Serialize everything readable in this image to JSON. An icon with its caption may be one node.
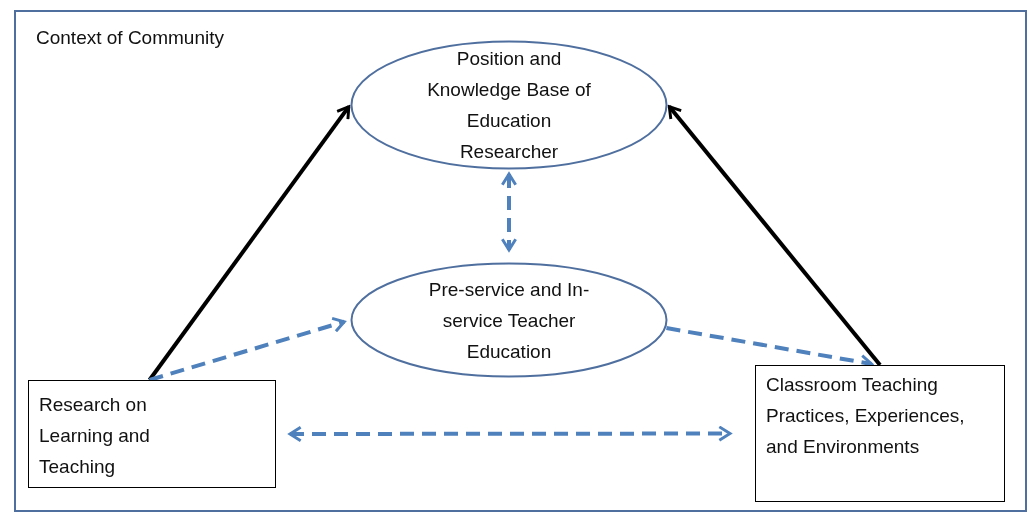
{
  "diagram": {
    "nodes": [
      {
        "text": [
          "Context of Community"
        ]
      },
      {
        "text": [
          "Position and Knowledge Base of Education Researcher"
        ],
        "in": 0
      },
      {
        "text": [
          "Pre-service and In-service Teacher Education"
        ],
        "in": 0
      },
      {
        "text": [
          "Research on Learning and Teaching"
        ],
        "in": 0
      },
      {
        "text": [
          "Classroom Teaching Practices, Experiences, and Environments"
        ],
        "in": 0
      }
    ],
    "edges": [
      {
        "from": 3,
        "to": 1,
        "arrow": "to",
        "color": "#000000"
      },
      {
        "from": 4,
        "to": 1,
        "arrow": "to",
        "color": "#000000"
      },
      {
        "from": 1,
        "to": 2,
        "arrow": "both",
        "style": "dashed"
      },
      {
        "from": 3,
        "to": 2,
        "arrow": "to",
        "style": "dashed"
      },
      {
        "from": 2,
        "to": 4,
        "arrow": "to",
        "style": "dashed"
      },
      {
        "from": 3,
        "to": 4,
        "arrow": "both",
        "style": "dashed"
      }
    ]
  }
}
